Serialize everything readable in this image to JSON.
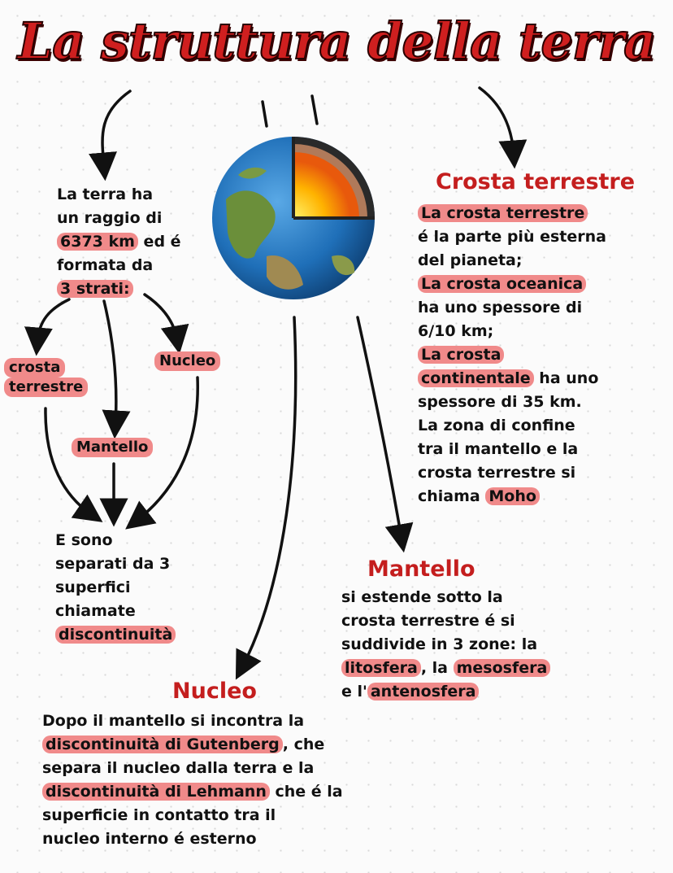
{
  "title": "La struttura della terra",
  "intro": {
    "line1": "La terra ha",
    "line2": "un raggio di",
    "radius": "6373 km",
    "line3_rest": " ed é",
    "line4": "formata da",
    "layers": "3 strati:"
  },
  "layer_labels": {
    "crust_1": "crosta",
    "crust_2": "terrestre",
    "mantle": "Mantello",
    "core": "Nucleo"
  },
  "discontinuity": {
    "line1": "E sono",
    "line2": "separati da 3",
    "line3": "superfici",
    "line4": "chiamate",
    "term": "discontinuità"
  },
  "crust_section": {
    "heading": "Crosta terrestre",
    "l1_hl": "La crosta terrestre",
    "l2": "é la parte più esterna",
    "l3": "del pianeta;",
    "l4_hl": "La crosta oceanica",
    "l5": "ha uno spessore di",
    "l6": "6/10 km;",
    "l7_hl": "La crosta",
    "l8_hl": "continentale",
    "l8_rest": " ha uno",
    "l9": "spessore di 35 km.",
    "l10": "La zona di confine",
    "l11": "tra il mantello e la",
    "l12": "crosta terrestre si",
    "l13": "chiama ",
    "l13_hl": "Moho"
  },
  "mantle_section": {
    "heading": "Mantello",
    "l1": "si estende sotto la",
    "l2": "crosta terrestre é si",
    "l3": "suddivide in 3 zone: la",
    "l4_hl_a": "litosfera",
    "l4_mid": ", la ",
    "l4_hl_b": "mesosfera",
    "l5_pre": "e l'",
    "l5_hl": "antenosfera"
  },
  "core_section": {
    "heading": "Nucleo",
    "l1": "Dopo il mantello si incontra la",
    "l2_hl": "discontinuità di Gutenberg",
    "l2_rest": ", che",
    "l3": "separa il nucleo dalla terra e la",
    "l4_hl": "discontinuità di Lehmann",
    "l4_rest": " che é la",
    "l5": "superficie in contatto tra il",
    "l6": "nucleo interno é esterno"
  },
  "colors": {
    "accent": "#c41e1e",
    "highlight": "#f08a8a",
    "text": "#111111"
  }
}
